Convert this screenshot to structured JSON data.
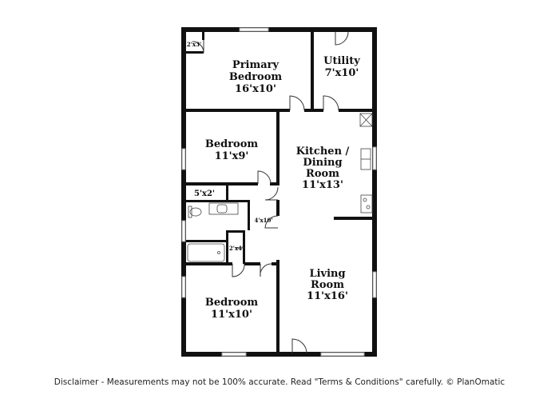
{
  "rooms": {
    "primary_bedroom": {
      "name_line1": "Primary",
      "name_line2": "Bedroom",
      "size": "16'x10'"
    },
    "utility": {
      "name": "Utility",
      "size": "7'x10'"
    },
    "bedroom_top": {
      "name": "Bedroom",
      "size": "11'x9'"
    },
    "kitchen": {
      "name_line1": "Kitchen /",
      "name_line2": "Dining",
      "name_line3": "Room",
      "size": "11'x13'"
    },
    "bath_closet": {
      "size": "5'x2'"
    },
    "hall": {
      "size": "4'x10'"
    },
    "closet_small": {
      "size": "2'x4'"
    },
    "closet_corner": {
      "size": "2'x3'"
    },
    "living_room": {
      "name_line1": "Living",
      "name_line2": "Room",
      "size": "11'x16'"
    },
    "bedroom_bottom": {
      "name": "Bedroom",
      "size": "11'x10'"
    }
  },
  "footer": {
    "disclaimer": "Disclaimer - Measurements may not be 100% accurate. Read \"Terms & Conditions\" carefully. © PlanOmatic"
  },
  "colors": {
    "wall": "#111111",
    "window": "#9a9a9a",
    "background": "#ffffff"
  }
}
